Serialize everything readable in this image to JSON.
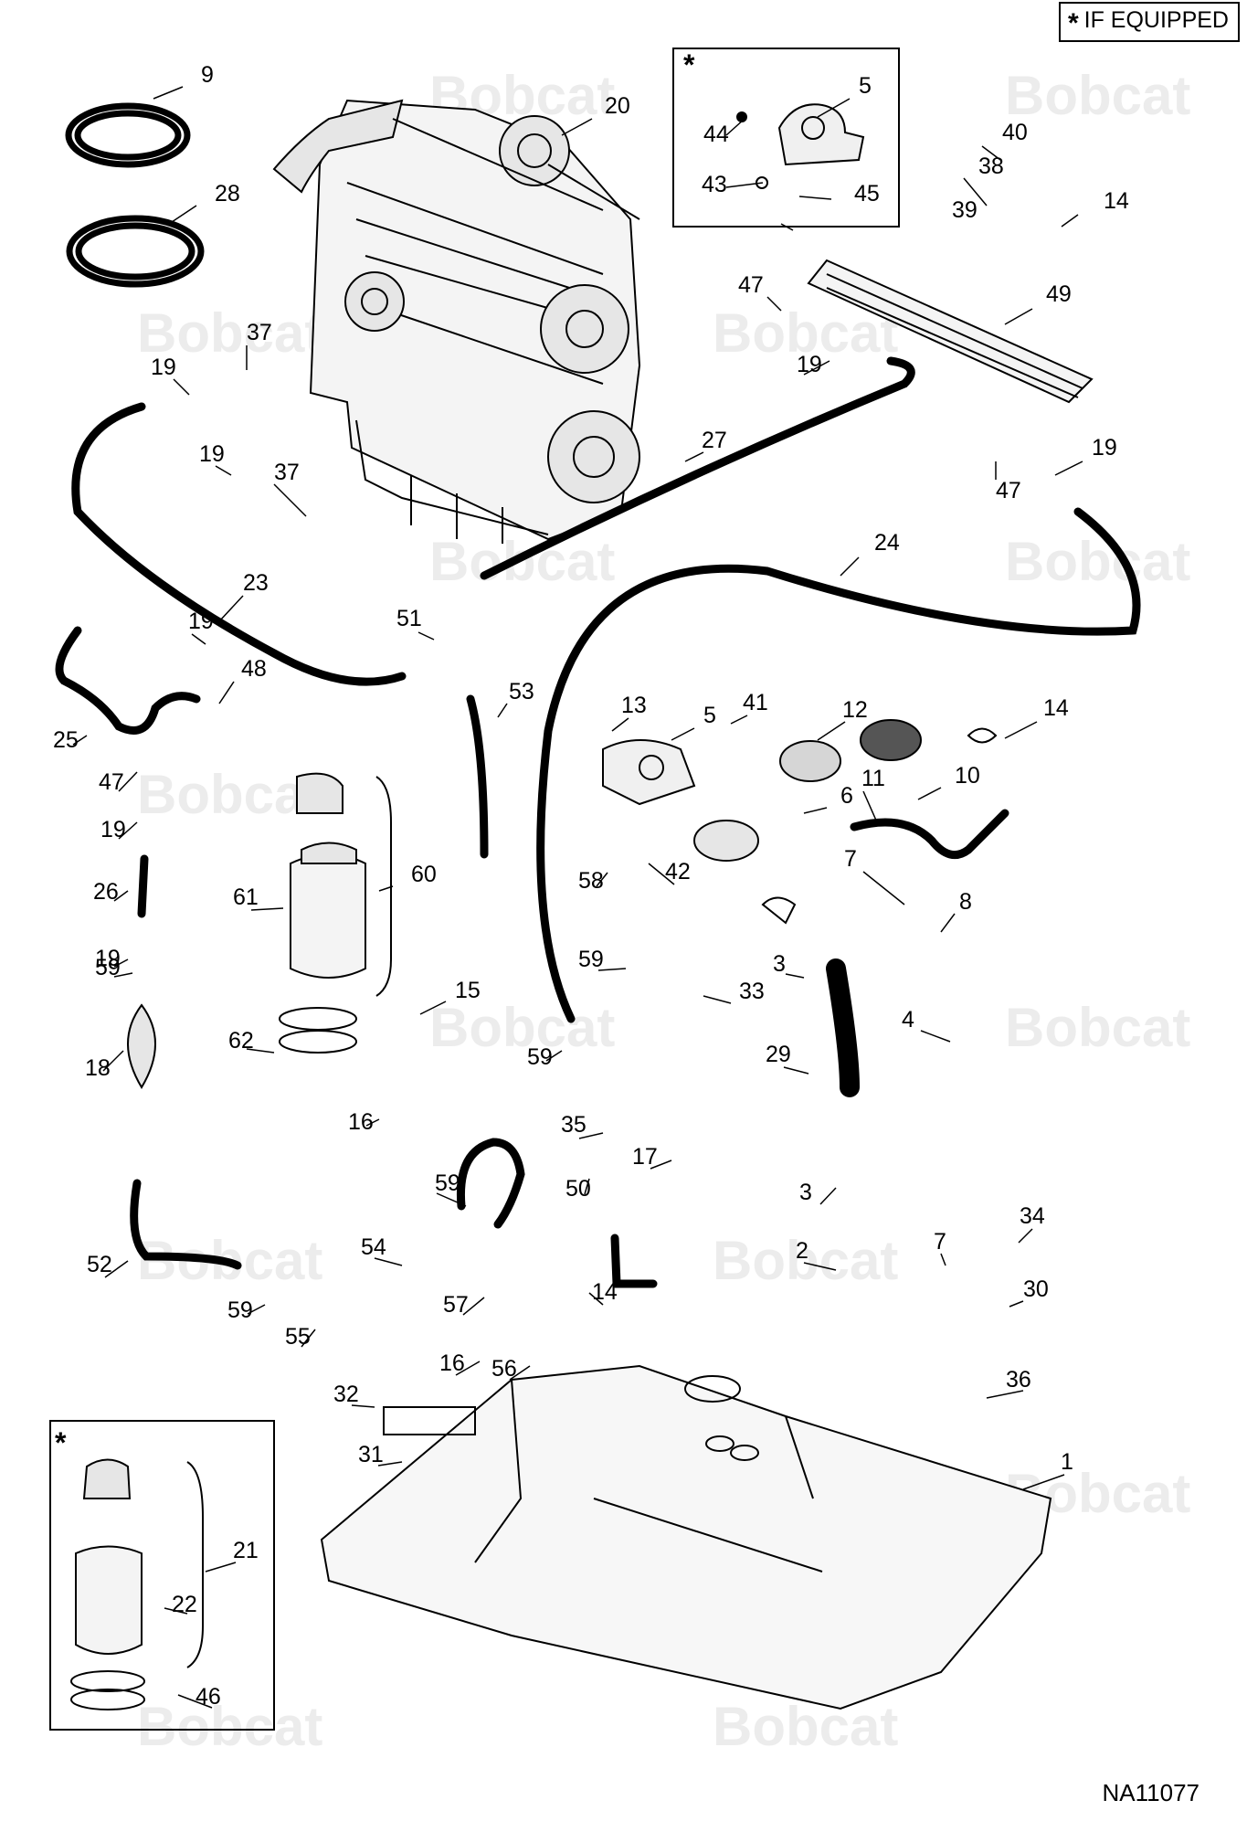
{
  "notice": {
    "marker": "*",
    "text": "IF EQUIPPED"
  },
  "optional_marker": "*",
  "drawing_number": "NA11077",
  "watermark_text": "Bobcat",
  "colors": {
    "line": "#000000",
    "background": "#ffffff",
    "watermark": "#ececec"
  },
  "callouts": [
    "9",
    "28",
    "20",
    "44",
    "5",
    "43",
    "45",
    "40",
    "38",
    "39",
    "14",
    "47",
    "49",
    "37",
    "19",
    "19",
    "19",
    "37",
    "27",
    "19",
    "47",
    "23",
    "24",
    "51",
    "19",
    "48",
    "53",
    "25",
    "47",
    "19",
    "60",
    "61",
    "26",
    "19",
    "59",
    "18",
    "62",
    "15",
    "16",
    "59",
    "13",
    "5",
    "41",
    "12",
    "14",
    "11",
    "10",
    "6",
    "7",
    "8",
    "58",
    "42",
    "3",
    "59",
    "33",
    "4",
    "29",
    "17",
    "35",
    "50",
    "59",
    "3",
    "34",
    "7",
    "2",
    "30",
    "52",
    "54",
    "14",
    "59",
    "57",
    "55",
    "16",
    "56",
    "32",
    "36",
    "31",
    "1",
    "21",
    "22",
    "46"
  ]
}
